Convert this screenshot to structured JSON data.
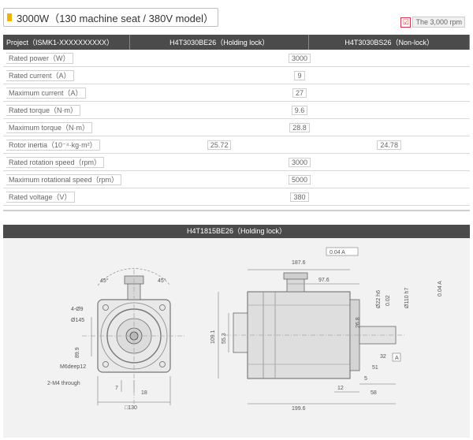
{
  "header": {
    "title": "3000W（130 machine seat / 380V model）"
  },
  "rpm_badge": {
    "check": "☑",
    "label": "The 3,000 rpm"
  },
  "table": {
    "columns": [
      "Project（ISMK1-XXXXXXXXXX）",
      "H4T3030BE26（Holding lock）",
      "H4T3030BS26（Non-lock）"
    ],
    "rows": [
      {
        "name": "Rated power（W）",
        "merged": "3000"
      },
      {
        "name": "Rated current（A）",
        "merged": "9"
      },
      {
        "name": "Maximum current（A）",
        "merged": "27"
      },
      {
        "name": "Rated torque（N·m）",
        "merged": "9.6"
      },
      {
        "name": "Maximum torque（N·m）",
        "merged": "28.8"
      },
      {
        "name": "Rotor inertia（10⁻⁴·kg·m²）",
        "a": "25.72",
        "b": "24.78"
      },
      {
        "name": "Rated rotation speed（rpm）",
        "merged": "3000"
      },
      {
        "name": "Maximum rotational speed（rpm）",
        "merged": "5000"
      },
      {
        "name": "Rated voltage（V）",
        "merged": "380"
      }
    ]
  },
  "drawing": {
    "title": "H4T1815BE26（Holding lock）",
    "labels": {
      "angle1": "45°",
      "angle2": "45°",
      "holes": "4-Ø9",
      "pcd": "Ø145",
      "d89": "89.9",
      "m6": "M6deep12",
      "m4": "2-M4 through",
      "d7": "7",
      "d18": "18",
      "sq": "□130",
      "d1876": "187.6",
      "d976": "97.6",
      "d1091": "109.1",
      "d553": "55.3",
      "tol1": "0.04 A",
      "tol2": "0.02",
      "tol3": "0.04 A",
      "d22": "Ø22 h6",
      "d110": "Ø110 h7",
      "d268": "26.8",
      "d32": "32",
      "d51": "51",
      "d5": "5",
      "d12": "12",
      "d58": "58",
      "d1996": "199.6",
      "datum": "A"
    }
  }
}
